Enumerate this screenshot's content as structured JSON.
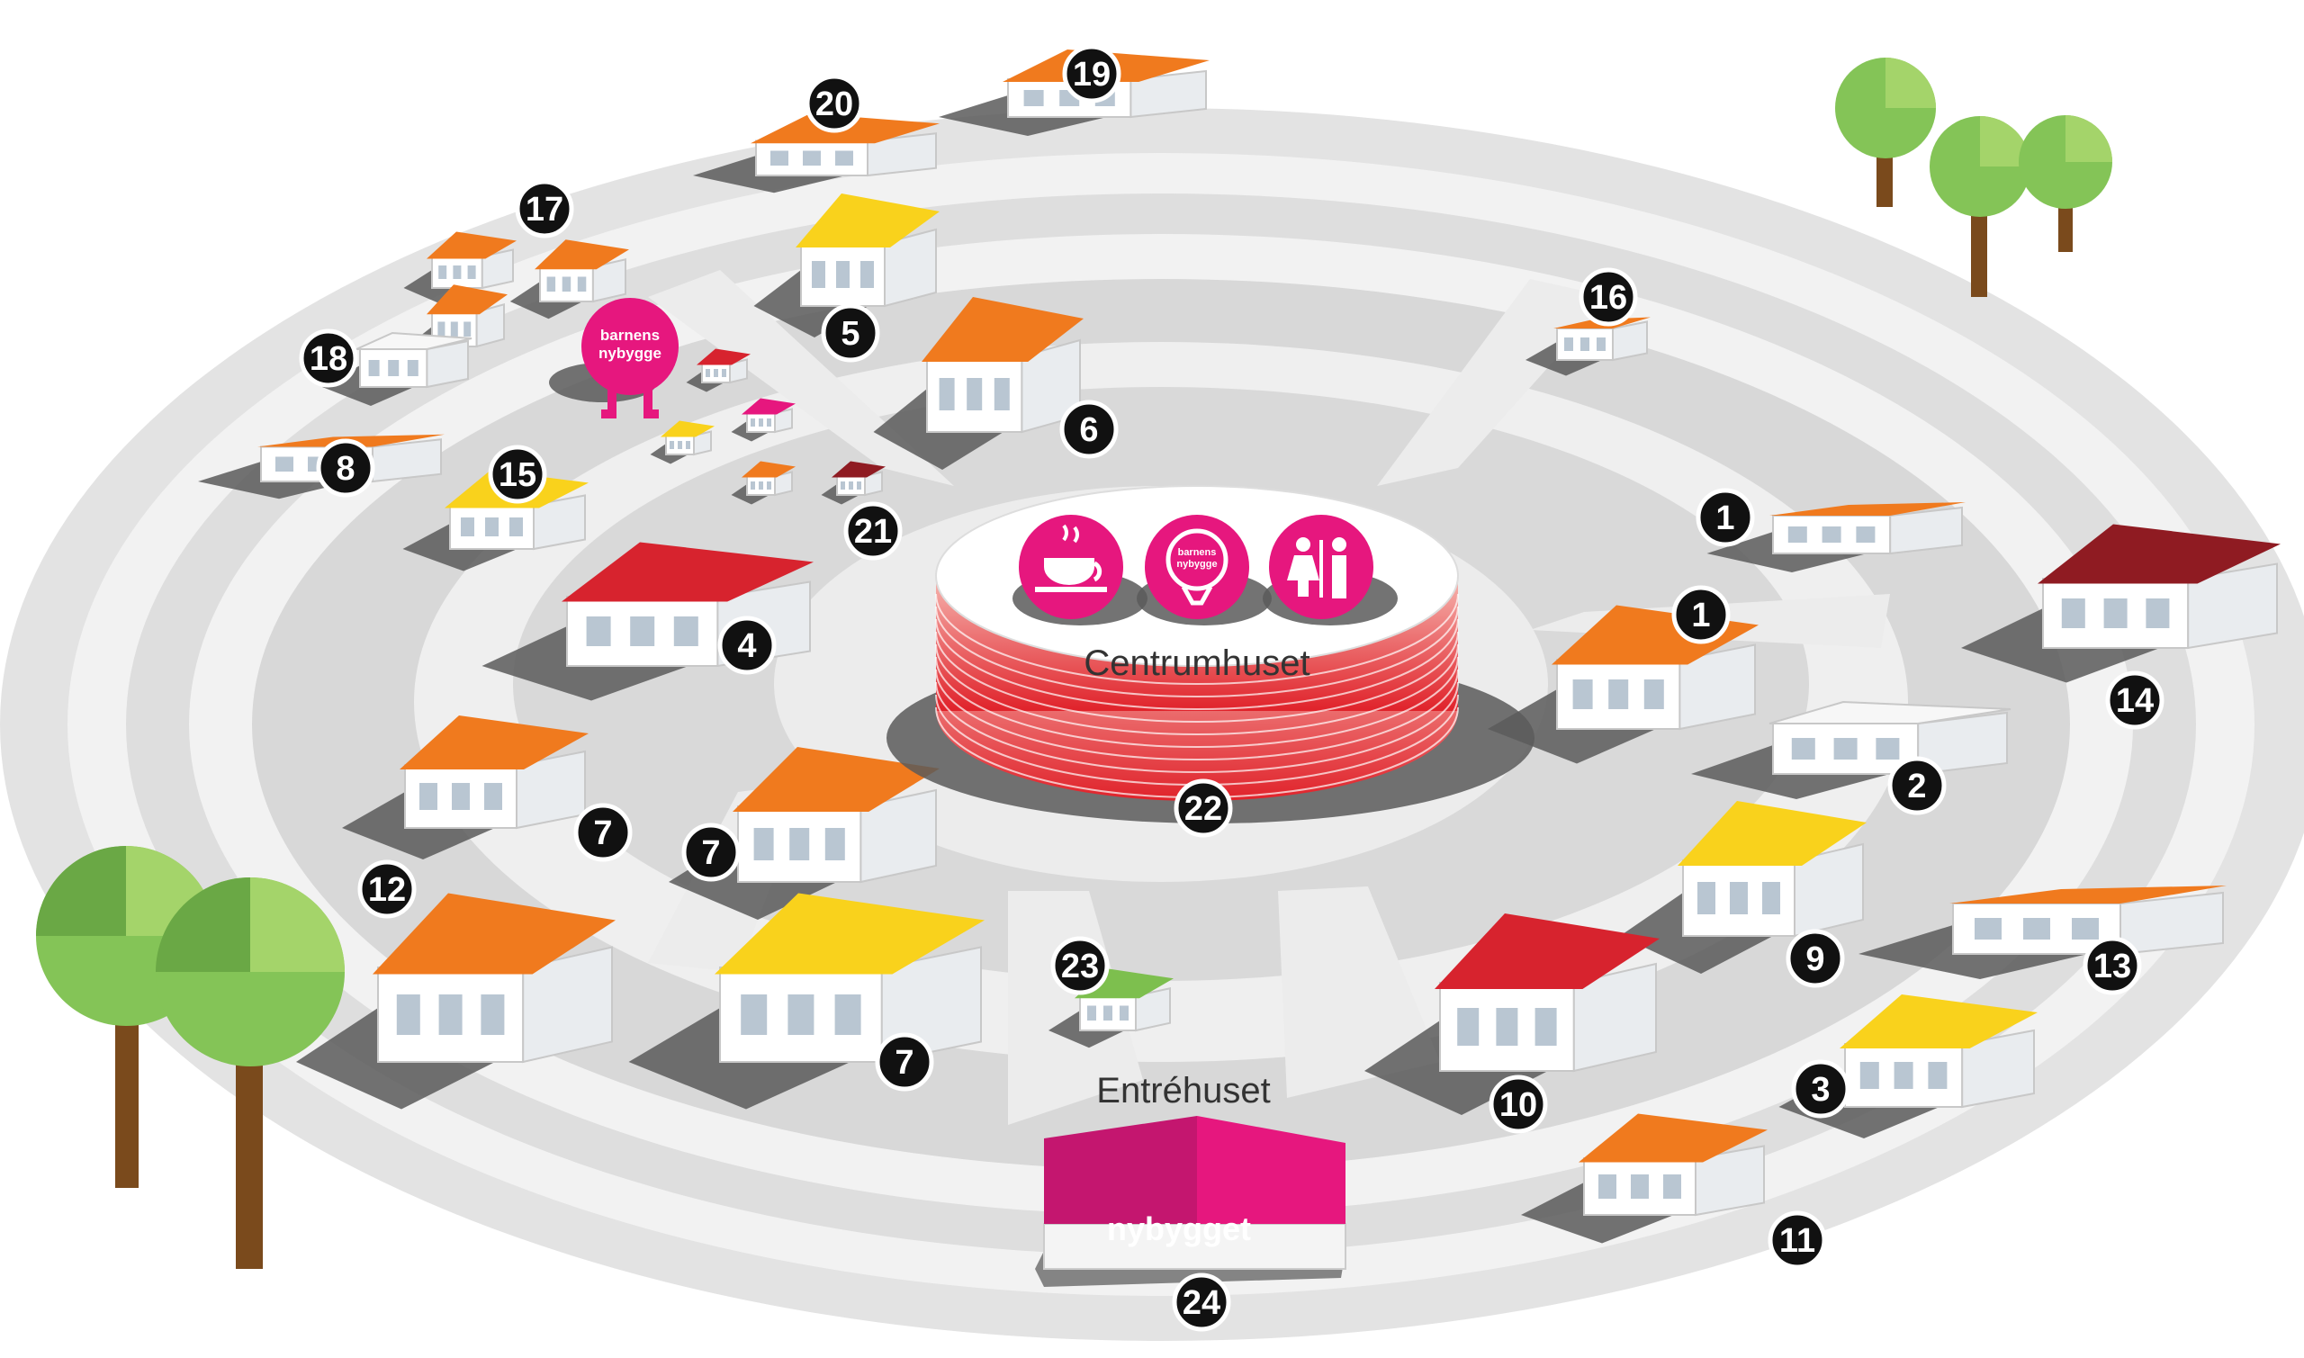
{
  "labels": {
    "center": "Centrumhuset",
    "entrance": "Entréhuset",
    "brand": "nybygget",
    "kids_line1": "barnens",
    "kids_line2": "nybygge"
  },
  "markers": [
    {
      "id": "1",
      "house": "1-north-east"
    },
    {
      "id": "1",
      "house": "1-center-east"
    },
    {
      "id": "2"
    },
    {
      "id": "3"
    },
    {
      "id": "4"
    },
    {
      "id": "5"
    },
    {
      "id": "6"
    },
    {
      "id": "7"
    },
    {
      "id": "7"
    },
    {
      "id": "7"
    },
    {
      "id": "8"
    },
    {
      "id": "9"
    },
    {
      "id": "10"
    },
    {
      "id": "11"
    },
    {
      "id": "12"
    },
    {
      "id": "13"
    },
    {
      "id": "14"
    },
    {
      "id": "15"
    },
    {
      "id": "16"
    },
    {
      "id": "17"
    },
    {
      "id": "18"
    },
    {
      "id": "19"
    },
    {
      "id": "20"
    },
    {
      "id": "21"
    },
    {
      "id": "22"
    },
    {
      "id": "23"
    },
    {
      "id": "24"
    }
  ],
  "icons": [
    "coffee-cup-icon",
    "barnens-nybygge-icon",
    "restroom-icon"
  ],
  "colors": {
    "roof_orange": "#f07a1e",
    "roof_yellow": "#f9d21c",
    "roof_red": "#d7232e",
    "roof_darkred": "#8f1b22",
    "brand_pink": "#e6177e",
    "tree_green": "#7dbf4e",
    "ground": "#e1e1e1",
    "path": "#f3f3f3"
  }
}
